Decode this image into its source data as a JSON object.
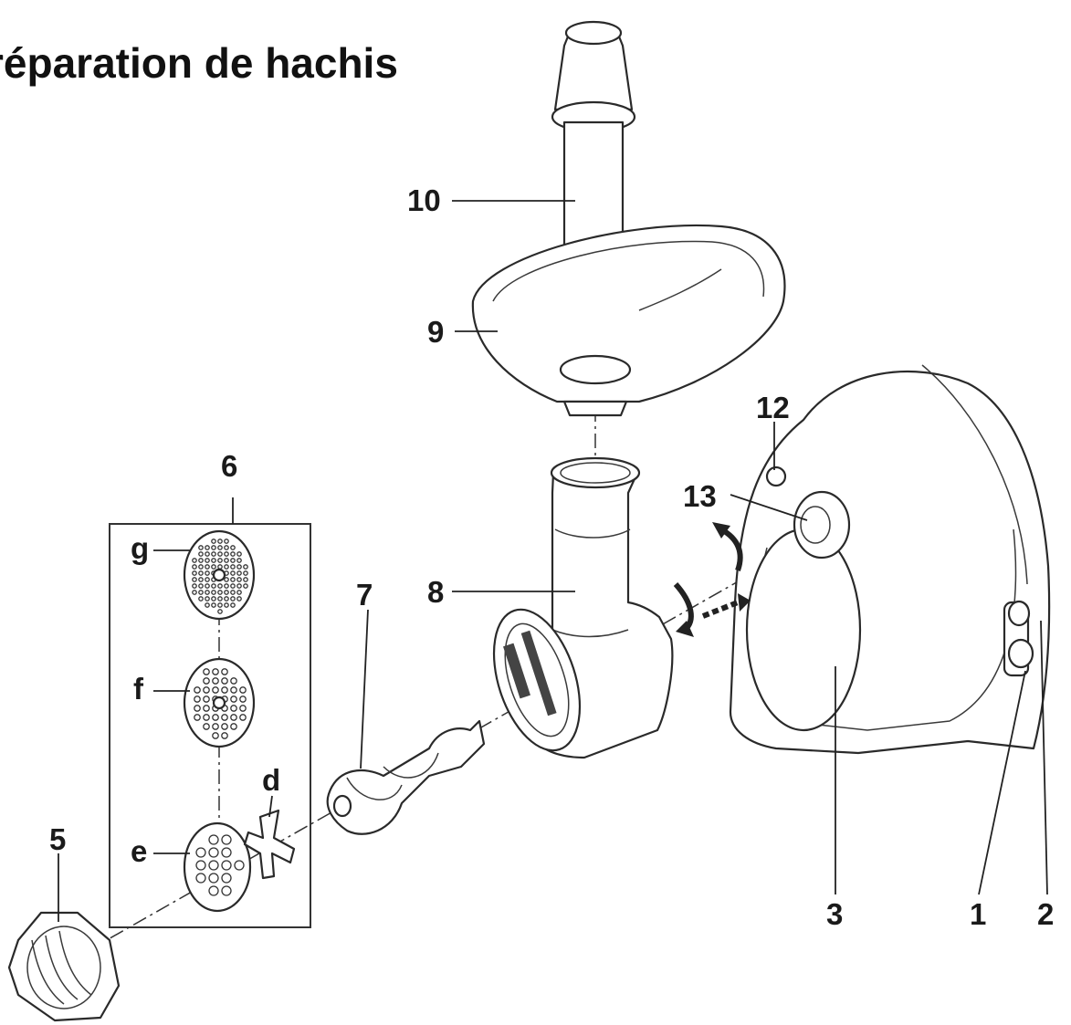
{
  "title": "réparation de hachis",
  "labels": {
    "l10": "10",
    "l9": "9",
    "l12": "12",
    "l13": "13",
    "l6": "6",
    "l7": "7",
    "l8": "8",
    "lg": "g",
    "lf": "f",
    "ld": "d",
    "le": "e",
    "l5": "5",
    "l3": "3",
    "l1": "1",
    "l2": "2"
  }
}
